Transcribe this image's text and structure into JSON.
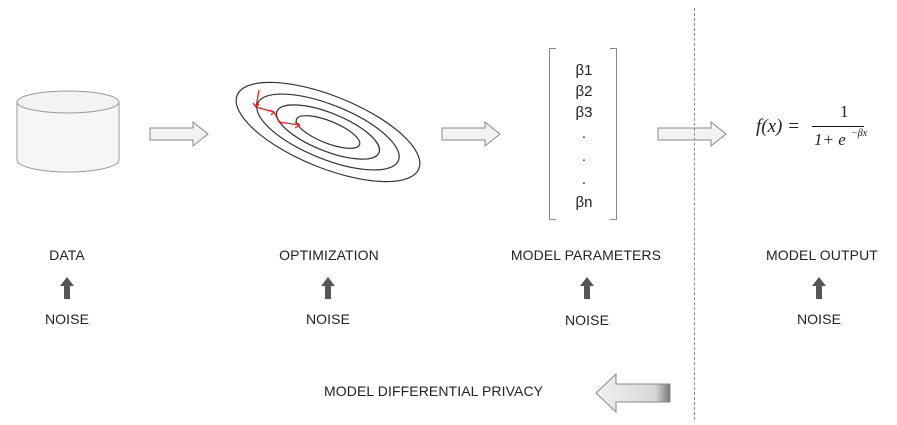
{
  "stages": {
    "data": "DATA",
    "optimization": "OPTIMIZATION",
    "model_parameters": "MODEL PARAMETERS",
    "model_output": "MODEL OUTPUT"
  },
  "noise_labels": [
    "NOISE",
    "NOISE",
    "NOISE",
    "NOISE"
  ],
  "parameters": [
    "β1",
    "β2",
    "β3",
    ".",
    ".",
    ".",
    "βn"
  ],
  "formula": {
    "lhs": "f(x) =",
    "numerator": "1",
    "denominator": "1+ e",
    "exponent": "−βx"
  },
  "footer": {
    "label": "MODEL DIFFERENTIAL PRIVACY"
  }
}
